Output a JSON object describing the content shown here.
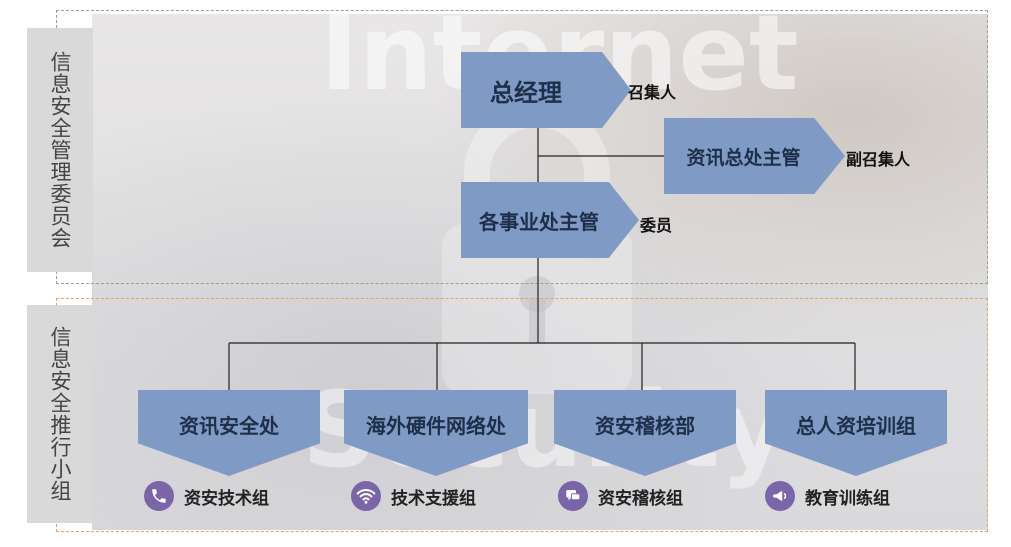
{
  "background": {
    "word_top": "Internet",
    "word_bottom": "Security"
  },
  "panels": {
    "committee_label": "信息安全管理委员会",
    "promotion_label": "信息安全推行小组"
  },
  "committee": {
    "gm": {
      "label": "总经理",
      "role": "召集人"
    },
    "it_head": {
      "label": "资讯总处主管",
      "role": "副召集人"
    },
    "bu_heads": {
      "label": "各事业处主管",
      "role": "委员"
    }
  },
  "units": [
    {
      "label": "资讯安全处",
      "team": "资安技术组",
      "icon": "phone-icon"
    },
    {
      "label": "海外硬件网络处",
      "team": "技术支援组",
      "icon": "wifi-icon"
    },
    {
      "label": "资安稽核部",
      "team": "资安稽核组",
      "icon": "chat-icon"
    },
    {
      "label": "总人资培训组",
      "team": "教育训练组",
      "icon": "megaphone-icon"
    }
  ],
  "colors": {
    "node_fill": "#7f9ac4",
    "icon_fill": "#7a65a8",
    "label_panel": "#d9d9d9",
    "frame_top": "#9aa08a",
    "frame_bottom": "#e8a060"
  }
}
